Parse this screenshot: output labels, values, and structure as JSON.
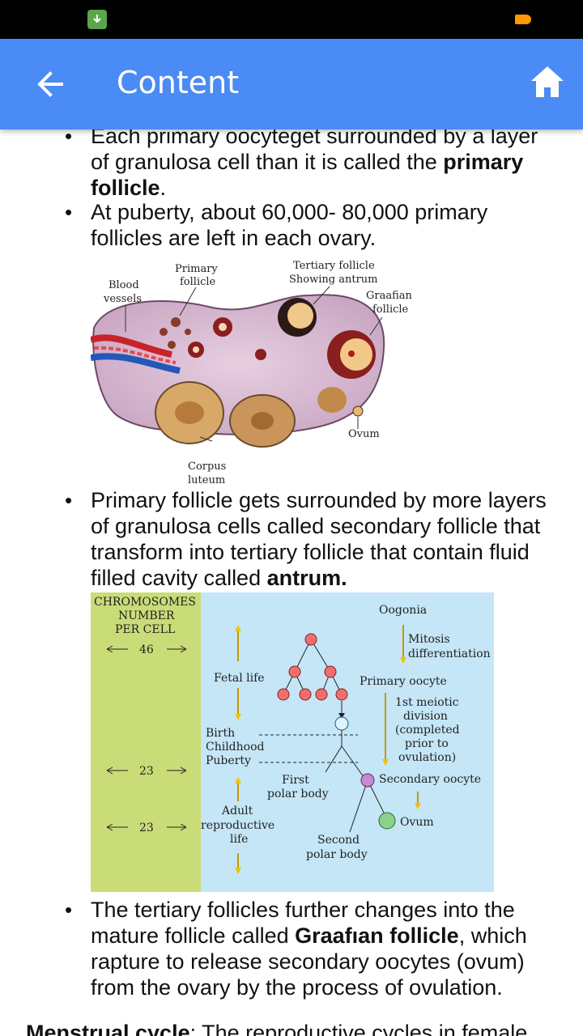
{
  "app_bar": {
    "title": "Content"
  },
  "content": {
    "bullet1": {
      "pre": "Each primary oocyteget surrounded by a layer of granulosa cell than it is called the ",
      "bold": "primary follicle",
      "post": "."
    },
    "bullet2": {
      "text": "At puberty, about 60,000- 80,000 primary follicles are left in each ovary."
    },
    "figure_ovary": {
      "labels": {
        "blood_vessels_1": "Blood",
        "blood_vessels_2": "vessels",
        "primary_follicle_1": "Primary",
        "primary_follicle_2": "follicle",
        "tertiary_1": "Tertiary follicle",
        "tertiary_2": "Showing antrum",
        "graafian_1": "Graafian",
        "graafian_2": "follicle",
        "ovum": "Ovum",
        "corpus_1": "Corpus",
        "corpus_2": "luteum"
      }
    },
    "bullet3": {
      "pre": "Primary follicle gets surrounded by more layers of granulosa cells called secondary follicle that transform into tertiary follicle that contain fluid filled cavity called ",
      "bold": "antrum."
    },
    "figure_oogenesis": {
      "labels": {
        "chromo_1": "CHROMOSOMES",
        "chromo_2": "NUMBER",
        "chromo_3": "PER CELL",
        "n46": "46",
        "n23a": "23",
        "n23b": "23",
        "oogonia": "Oogonia",
        "mitosis": "Mitosis",
        "differentiation": "differentiation",
        "fetal_life": "Fetal life",
        "primary_oocyte": "Primary oocyte",
        "meiotic_1": "1st meiotic",
        "meiotic_2": "division",
        "meiotic_3": "(completed",
        "meiotic_4": "prior to",
        "meiotic_5": "ovulation)",
        "birth": "Birth",
        "childhood": "Childhood",
        "puberty": "Puberty",
        "first_polar_1": "First",
        "first_polar_2": "polar body",
        "secondary_oocyte": "Secondary oocyte",
        "adult_1": "Adult",
        "adult_2": "reproductive",
        "adult_3": "life",
        "ovum": "Ovum",
        "second_polar_1": "Second",
        "second_polar_2": "polar body"
      }
    },
    "bullet4": {
      "pre": "The tertiary follicles further changes into the mature follicle called ",
      "bold": "Graafıan follicle",
      "post": ", which rapture to release secondary oocytes (ovum) from the ovary by the process of ovulation."
    },
    "para_bottom": {
      "bold": "Menstrual cycle",
      "text": ": The reproductive cycles in female"
    }
  },
  "colors": {
    "app_bar": "#4a8bf5",
    "status_bar": "#000000",
    "diagram_left_panel": "#c9dc78",
    "diagram_right_panel": "#c4e6f7"
  },
  "icons": {
    "back": "arrow-left-icon",
    "home": "home-icon",
    "download": "download-icon",
    "battery": "battery-icon"
  }
}
